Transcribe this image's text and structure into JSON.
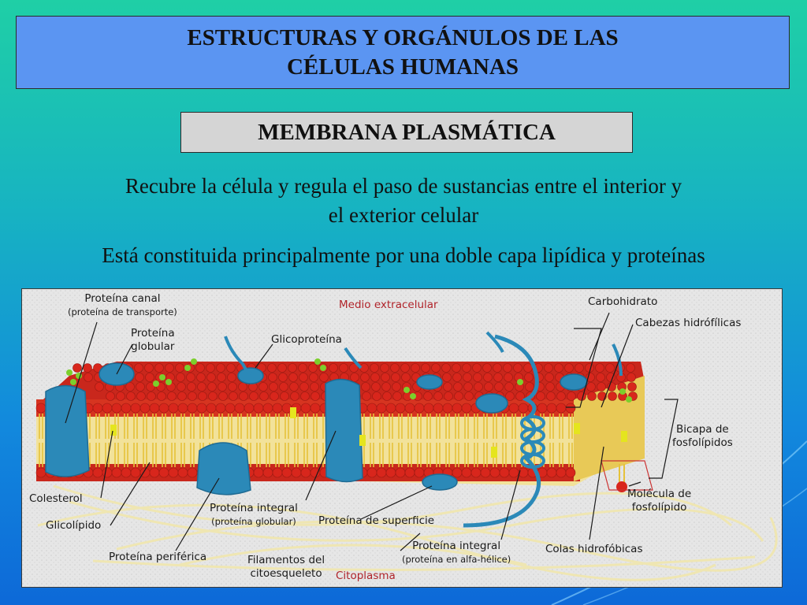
{
  "slide": {
    "title_line1": "ESTRUCTURAS Y ORGÁNULOS DE LAS",
    "title_line2": "CÉLULAS HUMANAS",
    "subtitle": "MEMBRANA PLASMÁTICA",
    "paragraph1_line1": "Recubre la célula y regula el paso de sustancias entre el interior y",
    "paragraph1_line2": "el exterior celular",
    "paragraph2": "Está constituida principalmente por una doble capa lipídica y proteínas"
  },
  "diagram": {
    "labels": {
      "proteina_canal": "Proteína canal",
      "proteina_canal_sub": "(proteína de transporte)",
      "proteina_globular_1": "Proteína",
      "proteina_globular_2": "globular",
      "glicoproteina": "Glicoproteína",
      "medio_extracelular": "Medio extracelular",
      "carbohidrato": "Carbohidrato",
      "cabezas_hidrofilicas": "Cabezas hidrófílicas",
      "bicapa_1": "Bicapa de",
      "bicapa_2": "fosfolípidos",
      "colesterol": "Colesterol",
      "glicolipido": "Glicolípido",
      "proteina_integral": "Proteína integral",
      "proteina_integral_sub": "(proteína globular)",
      "proteina_superficie": "Proteína de superficie",
      "molecula_1": "Molécula de",
      "molecula_2": "fosfolípido",
      "proteina_periferica": "Proteína periférica",
      "filamentos_1": "Filamentos del",
      "filamentos_2": "citoesqueleto",
      "citoplasma": "Citoplasma",
      "proteina_integral_2": "Proteína integral",
      "proteina_integral_2_sub": "(proteína en alfa-hélice)",
      "colas_hidrofobicas": "Colas hidrofóbicas"
    },
    "colors": {
      "head": "#d8261c",
      "tail": "#e6c23a",
      "protein": "#2b89b8",
      "cholesterol": "#e5e51e",
      "carbohydrate": "#7ccf2c",
      "label_red": "#b0242a"
    }
  }
}
